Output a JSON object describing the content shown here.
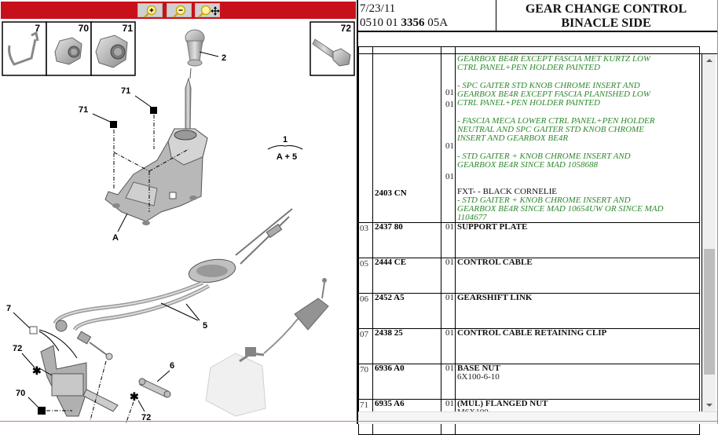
{
  "toolbar": {
    "color": "#c8101a",
    "buttons": [
      {
        "name": "zoom-in",
        "icon": "zoom-in-icon"
      },
      {
        "name": "zoom-out",
        "icon": "zoom-out-icon"
      },
      {
        "name": "zoom-pan",
        "icon": "zoom-pan-icon"
      }
    ]
  },
  "diagram": {
    "thumbnails": [
      {
        "label": "7"
      },
      {
        "label": "70"
      },
      {
        "label": "71"
      },
      {
        "label": "72"
      }
    ],
    "callouts": {
      "knob": "2",
      "nut_a": "71",
      "nut_b": "71",
      "assembly_num": "1",
      "assembly_formula": "A + 5",
      "base": "A",
      "clip": "7",
      "cables": "5",
      "screw_a": "72",
      "link": "6",
      "nut_base": "70",
      "screw_b": "72"
    }
  },
  "header": {
    "date": "7/23/11",
    "ref_prefix": "0510 01 ",
    "ref_bold": "3356",
    "ref_suffix": " 05A",
    "title_line1": "GEAR CHANGE CONTROL",
    "title_line2": "BINACLE SIDE"
  },
  "parts": {
    "first_block": {
      "code": "2403 CN",
      "variants": [
        {
          "qty": "",
          "lines": [
            "GEARBOX BE4R EXCEPT FASCIA MET KURTZ LOW",
            "CTRL PANEL+PEN HOLDER PAINTED"
          ]
        },
        {
          "qty": "01",
          "lines": [
            "- SPC GAITER STD KNOB CHROME INSERT AND",
            "GEARBOX BE4R EXCEPT FASCIA PLANISHED LOW",
            "CTRL PANEL+PEN HOLDER PAINTED"
          ]
        },
        {
          "qty": "01",
          "lines": [
            "- FASCIA MECA LOWER CTRL PANEL+PEN HOLDER",
            "NEUTRAL AND SPC GAITER STD KNOB CHROME",
            "INSERT AND GEARBOX BE4R"
          ]
        },
        {
          "qty": "01",
          "lines": [
            "- STD GAITER + KNOB CHROME INSERT AND",
            "GEARBOX BE4R SINCE MAD 1058688"
          ]
        }
      ],
      "last_variant": {
        "qty": "01",
        "title": "FXT- - BLACK CORNELIE",
        "lines": [
          "- STD GAITER + KNOB CHROME INSERT AND",
          "GEARBOX BE4R SINCE MAD 10654UW OR SINCE MAD",
          "1104677"
        ]
      }
    },
    "rows": [
      {
        "ref": "03",
        "code": "2437 80",
        "qty": "01",
        "title": "SUPPORT PLATE",
        "sub": ""
      },
      {
        "ref": "05",
        "code": "2444 CE",
        "qty": "01",
        "title": "CONTROL CABLE",
        "sub": ""
      },
      {
        "ref": "06",
        "code": "2452 A5",
        "qty": "01",
        "title": "GEARSHIFT LINK",
        "sub": ""
      },
      {
        "ref": "07",
        "code": "2438 25",
        "qty": "01",
        "title": "CONTROL CABLE RETAINING CLIP",
        "sub": ""
      },
      {
        "ref": "70",
        "code": "6936 A0",
        "qty": "01",
        "title": "BASE NUT",
        "sub": "6X100-6-10"
      },
      {
        "ref": "71",
        "code": "6935 A6",
        "qty": "01",
        "title": "(MUL) FLANGED NUT",
        "sub": "M6X100"
      }
    ]
  },
  "colors": {
    "variant_text": "#2c8a2c",
    "toolbar": "#c8101a",
    "scroll_thumb": "#bdbdbd"
  }
}
